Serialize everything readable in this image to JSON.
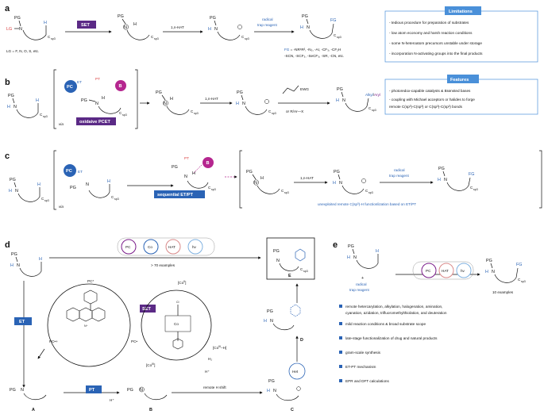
{
  "panels": [
    "a",
    "b",
    "c",
    "d",
    "e"
  ],
  "common": {
    "pg": "PG",
    "n": "N",
    "h": "H",
    "csp3": "C",
    "sp3": "sp3",
    "via": "via"
  },
  "a": {
    "lg_label": "LG",
    "lg_list": "LG = F, N, O, S, etc.",
    "set_label": "SET",
    "hat_label": "1,n-HAT",
    "trap_label": "radical trap reagent",
    "fg_label": "FG",
    "fg_list_1": "FG = -NR¹R², -N₃, -Ar, -CF₃, -CF₂H",
    "fg_list_2": "-SCN, -SCF₃, -SeCF₃, -SR, -CN, etc.",
    "limitations_title": "Limitations",
    "limitations": [
      "- tedious procedure for preparation of substrates",
      "- low atom economy and harsh reaction conditions",
      "- some N-heteroatom precursors unstable under storage",
      "- incorporation N-activating groups into the final products"
    ]
  },
  "b": {
    "pc": "PC",
    "et": "ET",
    "pt": "PT",
    "base": "B",
    "pcet_label": "oxidaive PCET",
    "hat_label": "1,n-HAT",
    "ewg": "EWG",
    "aryl_x": "or R/Ar—X",
    "alkyl_aryl": "Alkyl/Aryl",
    "features_title": "Features",
    "features": [
      "- photoredox-capable catalysts & Brønsted bases",
      "- coupling with Michael acceptors or halides to forge",
      "  remote C(sp³)-C(sp³) or C(sp³)-C(sp²) bonds"
    ]
  },
  "c": {
    "pc": "PC",
    "et": "ET",
    "pt": "PT",
    "base": "B",
    "seq_label": "sequential ET/PT",
    "hat_label": "1,n-HAT",
    "trap_label": "radical trap reagent",
    "fg_label": "FG",
    "unexploited": "unexploited remote C(sp³)-H functionlization based on ET/PT"
  },
  "d": {
    "badges": [
      "PC",
      "Co",
      "HAT",
      "hν"
    ],
    "examples": "> 70 examples",
    "et": "ET",
    "set": "SET",
    "pt": "PT",
    "pc_star": "PC*",
    "pc_radcat": "PC•+",
    "pc_rad": "PC•",
    "co2": "[CoII]",
    "co3h": "[CoIII–H]",
    "co3": "[CoIII]",
    "h2": "H₂",
    "hplus": "H⁺",
    "remote_shift": "remote H shift",
    "cl": "Cl",
    "co": "Co",
    "het": "Het",
    "labels": [
      "A",
      "B",
      "C",
      "D",
      "E"
    ]
  },
  "e": {
    "plus": "+",
    "trap_label": "radical trap reagent",
    "badges": [
      "PC",
      "HAT",
      "hν"
    ],
    "fg_label": "FG",
    "examples": "10 examples",
    "bullets": [
      "remote hetercarylation, alkylation, halogenation, amination, cyanation, azidation, trifluoromethylthiolation, and deuteration",
      "mild reaction conditions & broad substrate scope",
      "late-stage functionalization of drug and natural products",
      "gram-scale synthesis",
      "ET-PT mechanism",
      "EPR and DFT calculations"
    ]
  },
  "colors": {
    "blue_box": "#2a63b5",
    "purple_box": "#5b2a86",
    "light_blue": "#4a90d9",
    "red": "#d93b3b",
    "pc_circle": "#2a63b5",
    "base_circle": "#b5268f"
  }
}
